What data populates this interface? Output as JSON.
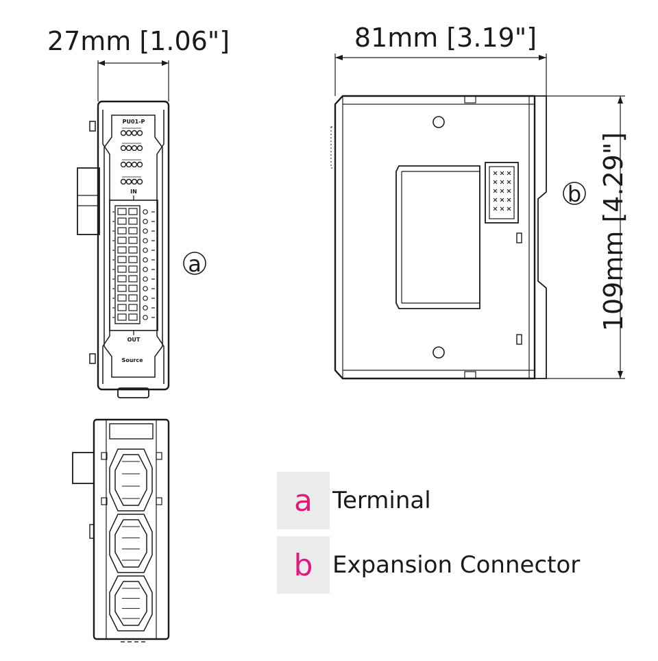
{
  "dimensions": {
    "width_front": "27mm [1.06\"]",
    "width_side": "81mm [3.19\"]",
    "height": "109mm [4.29\"]"
  },
  "module_labels": {
    "model": "PU01-P",
    "in": "IN",
    "out": "OUT",
    "source": "Source"
  },
  "callouts": {
    "a": "a",
    "b": "b"
  },
  "legend": [
    {
      "key": "a",
      "label": "Terminal"
    },
    {
      "key": "b",
      "label": "Expansion Connector"
    }
  ],
  "colors": {
    "accent": "#e0197d",
    "legend_bg": "#ebebeb",
    "line": "#1a1a1a"
  }
}
